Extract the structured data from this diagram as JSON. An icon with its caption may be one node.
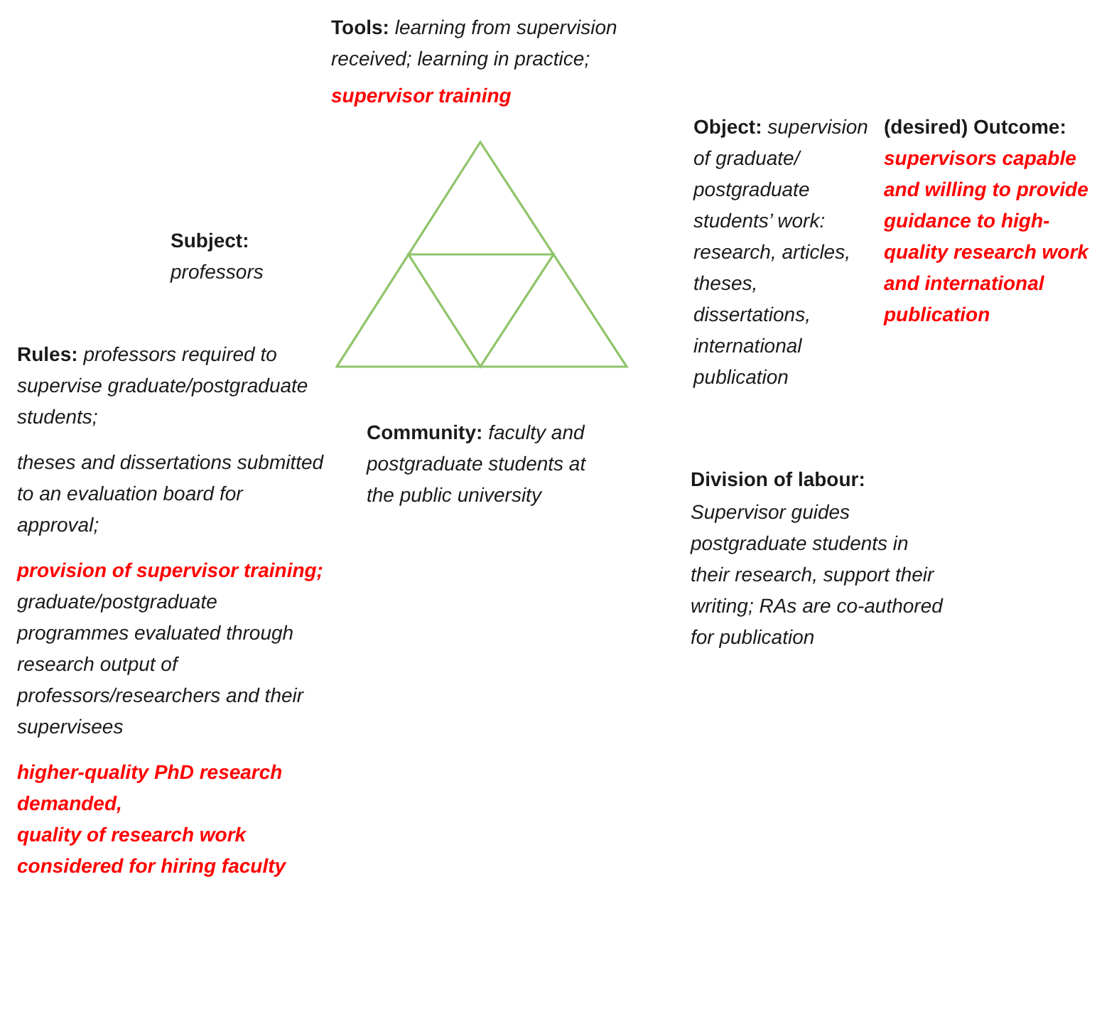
{
  "diagram": {
    "labels": [
      "**Tools:** *learning from supervision received; learning in practice;*",
      "supervisor training",
      "**Subject:** *professors*",
      "**Object:** *supervision of graduate/ postgraduate students’ work: research, articles, theses, dissertations, international publication*",
      "(desired) Outcome:",
      "supervisors capable and willing to provide guidance to high-quality research work and international publication",
      "**Rules:** *professors required to supervise graduate/postgraduate students;*",
      "theses and dissertations submitted to an evaluation board for approval;",
      "provision of supervisor training;",
      "graduate/postgraduate programmes evaluated through research output of professors/researchers and their supervisees",
      "higher-quality PhD research demanded,",
      "quality of research work considered for hiring faculty",
      "**Community:** *faculty and postgraduate students at the public university*",
      "Division of labour:",
      "Supervisor guides postgraduate students in their research, support their writing; RAs are co-authored for publication"
    ]
  }
}
